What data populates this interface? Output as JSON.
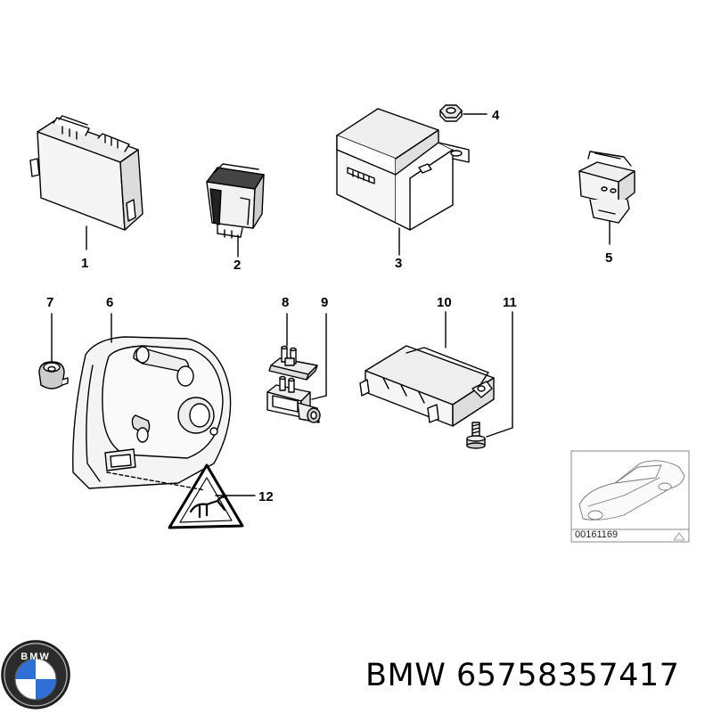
{
  "diagram": {
    "callouts": [
      "1",
      "2",
      "3",
      "4",
      "5",
      "6",
      "7",
      "8",
      "9",
      "10",
      "11",
      "12"
    ],
    "reference_code": "00161169",
    "logo_text": "BMW",
    "brand": "BMW",
    "part_number": "65758357417",
    "footer_text": "BMW 65758357417"
  }
}
